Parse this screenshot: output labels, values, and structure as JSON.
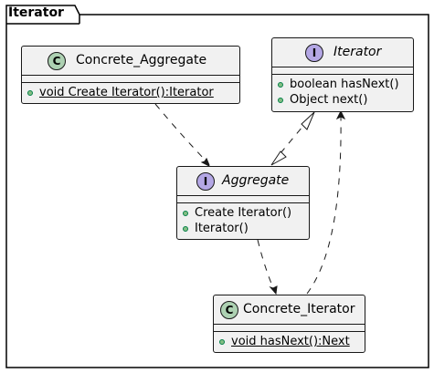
{
  "package": {
    "name": "Iterator"
  },
  "classes": {
    "concrete_aggregate": {
      "stereotype": "C",
      "name": "Concrete_Aggregate",
      "members": [
        {
          "text": "void Create Iterator():Iterator",
          "static": true
        }
      ]
    },
    "iterator": {
      "stereotype": "I",
      "name": "Iterator",
      "members": [
        {
          "text": "boolean hasNext()"
        },
        {
          "text": "Object next()"
        }
      ]
    },
    "aggregate": {
      "stereotype": "I",
      "name": "Aggregate",
      "members": [
        {
          "text": "Create Iterator()"
        },
        {
          "text": "Iterator()"
        }
      ]
    },
    "concrete_iterator": {
      "stereotype": "C",
      "name": "Concrete_Iterator",
      "members": [
        {
          "text": "void hasNext():Next",
          "static": true
        }
      ]
    }
  },
  "relations": [
    {
      "from": "concrete_aggregate",
      "to": "aggregate",
      "kind": "dependency"
    },
    {
      "from": "aggregate",
      "to": "iterator",
      "kind": "realization"
    },
    {
      "from": "aggregate",
      "to": "concrete_iterator",
      "kind": "dependency"
    },
    {
      "from": "concrete_iterator",
      "to": "iterator",
      "kind": "dependency"
    }
  ],
  "colors": {
    "class_badge": "#add1b2",
    "interface_badge": "#b4a7e5",
    "box_fill": "#f1f1f1",
    "line": "#181818",
    "member_dot": "#84be84"
  }
}
